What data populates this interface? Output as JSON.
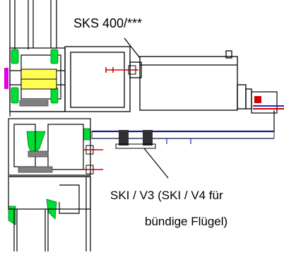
{
  "labels": {
    "top": "SKS 400/***",
    "bottom_line1": "SKI / V3 (SKI / V4 für",
    "bottom_line2": "bündige Flügel)"
  },
  "colors": {
    "outline": "#000000",
    "profile_gray": "#808080",
    "gasket_green": "#00dd33",
    "gasket_yellow": "#ffff55",
    "accent_magenta": "#e000e0",
    "screw_red": "#d40000",
    "glass_blue": "#2030c0",
    "bracket_dark": "#303030"
  }
}
